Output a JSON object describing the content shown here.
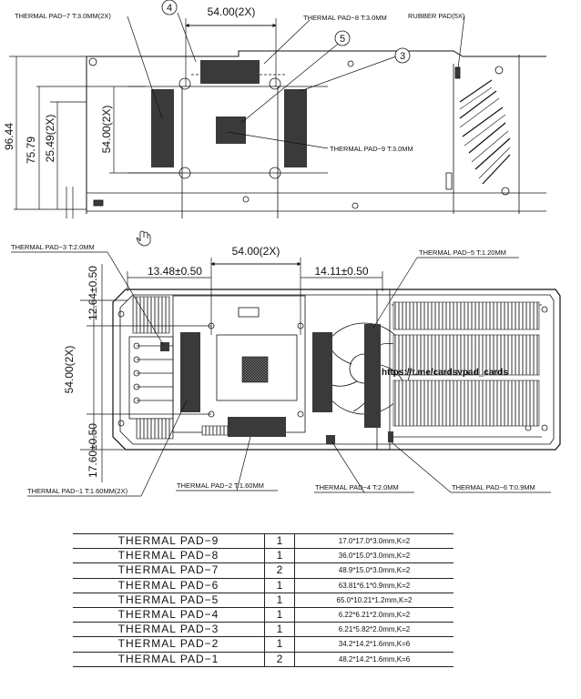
{
  "top_view": {
    "labels": {
      "pad7": "THERMAL PAD−7 T:3.0MM(2X)",
      "pad8": "THERMAL PAD−8 T:3.0MM",
      "rubber": "RUBBER PAD(5X)",
      "pad9": "THERMAL PAD−9 T:3.0MM"
    },
    "callouts": {
      "c3": "3",
      "c4": "4",
      "c5": "5"
    },
    "dims": {
      "top_width": "54.00(2X)",
      "inner_height": "54.00(2X)",
      "h_96": "96.44",
      "h_75": "75.79",
      "h_25": "25.49(2X)"
    }
  },
  "bottom_view": {
    "labels": {
      "pad3": "THERMAL PAD−3 T:2.0MM",
      "pad5": "THERMAL PAD−5 T:1.20MM",
      "pad1": "THERMAL PAD−1 T:1.60MM(2X)",
      "pad2": "THERMAL PAD−2 T:1.60MM",
      "pad4": "THERMAL PAD−4 T:2.0MM",
      "pad6": "THERMAL PAD−6 T:0.9MM"
    },
    "dims": {
      "top_width": "54.00(2X)",
      "left_offset": "13.48±0.50",
      "right_offset": "14.11±0.50",
      "side_height": "54.00(2X)",
      "top_gap": "12.64±0.50",
      "bottom_gap": "17.60±0.50"
    },
    "watermark": "https://t.me/cardsvpad_cards"
  },
  "table": {
    "rows": [
      {
        "name": "THERMAL  PAD−9",
        "qty": "1",
        "spec": "17.0*17.0*3.0mm,K=2"
      },
      {
        "name": "THERMAL  PAD−8",
        "qty": "1",
        "spec": "36.0*15.0*3.0mm,K=2"
      },
      {
        "name": "THERMAL  PAD−7",
        "qty": "2",
        "spec": "48.9*15.0*3.0mm,K=2"
      },
      {
        "name": "THERMAL  PAD−6",
        "qty": "1",
        "spec": "63.81*6.1*0.9mm,K=2"
      },
      {
        "name": "THERMAL  PAD−5",
        "qty": "1",
        "spec": "65.0*10.21*1.2mm,K=2"
      },
      {
        "name": "THERMAL  PAD−4",
        "qty": "1",
        "spec": "6.22*6.21*2.0mm,K=2"
      },
      {
        "name": "THERMAL  PAD−3",
        "qty": "1",
        "spec": "6.21*5.82*2.0mm,K=2"
      },
      {
        "name": "THERMAL  PAD−2",
        "qty": "1",
        "spec": "34.2*14.2*1.6mm,K=6"
      },
      {
        "name": "THERMAL  PAD−1",
        "qty": "2",
        "spec": "48.2*14.2*1.6mm,K=6"
      }
    ]
  },
  "colors": {
    "pad": "#3a3a3a",
    "line": "#111111"
  }
}
